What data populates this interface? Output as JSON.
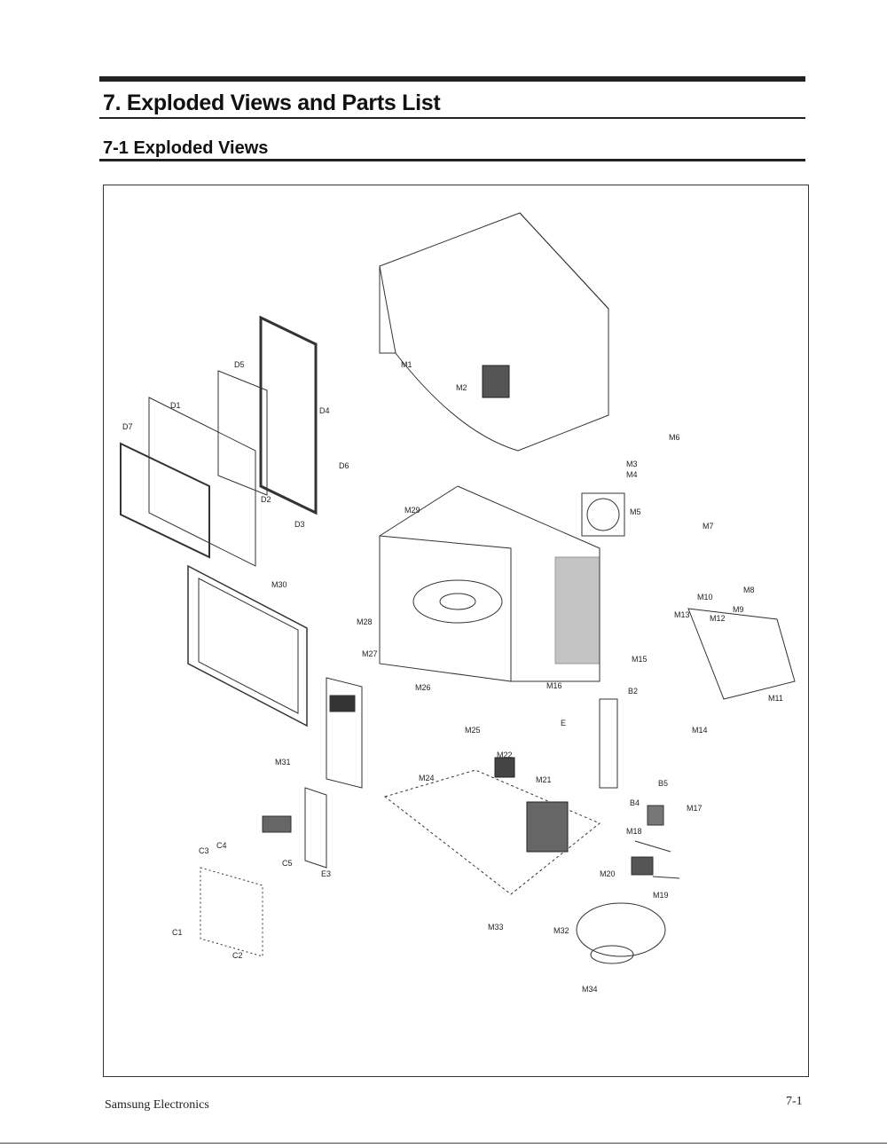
{
  "header": {
    "title": "7. Exploded Views and Parts List",
    "subtitle": "7-1 Exploded Views"
  },
  "diagram": {
    "labels": [
      "M1",
      "M2",
      "M3",
      "M4",
      "M5",
      "M6",
      "M7",
      "M8",
      "M9",
      "M10",
      "M11",
      "M12",
      "M13",
      "M14",
      "M15",
      "M16",
      "M17",
      "M18",
      "M19",
      "M20",
      "M21",
      "M22",
      "M24",
      "M25",
      "M26",
      "M27",
      "M28",
      "M29",
      "M30",
      "M31",
      "M32",
      "M33",
      "M34",
      "B2",
      "B4",
      "B5",
      "D1",
      "D2",
      "D3",
      "D4",
      "D5",
      "D6",
      "D7",
      "C1",
      "C2",
      "C3",
      "C4",
      "C5",
      "E",
      "E3"
    ]
  },
  "footer": {
    "company": "Samsung Electronics",
    "page": "7-1"
  }
}
